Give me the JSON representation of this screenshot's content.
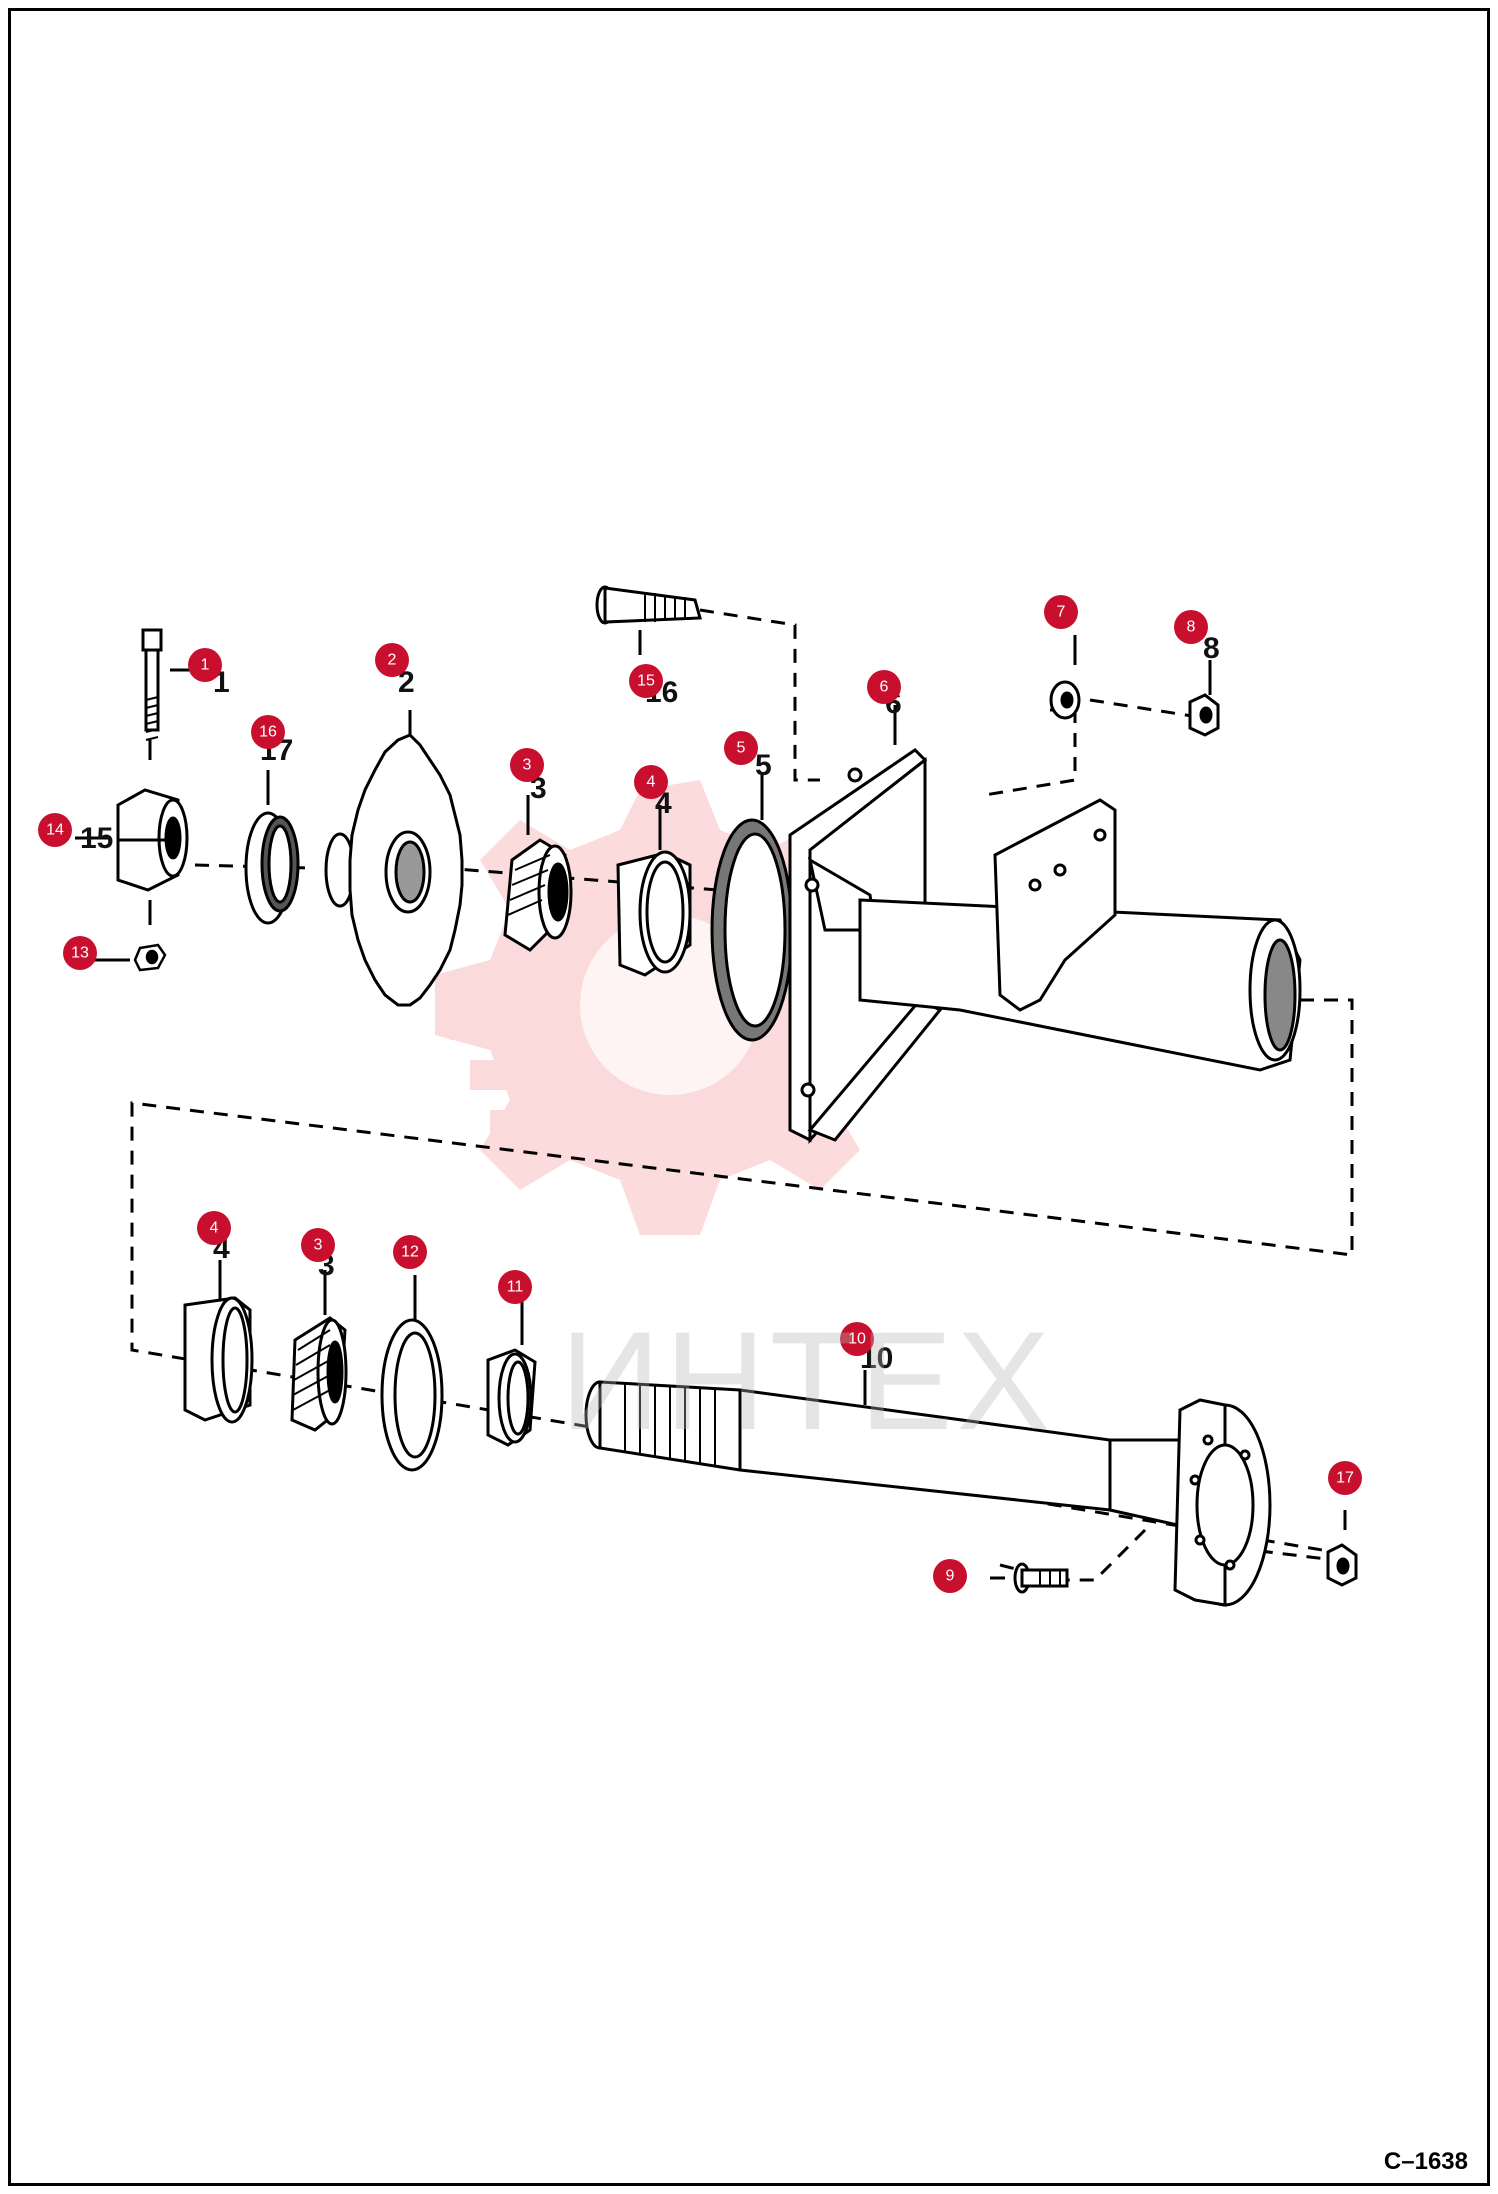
{
  "diagram": {
    "code": "C–1638",
    "watermark": "ИНТЕХ",
    "callouts": [
      {
        "id": "c1",
        "label": "1"
      },
      {
        "id": "c2",
        "label": "2"
      },
      {
        "id": "c3a",
        "label": "3"
      },
      {
        "id": "c3b",
        "label": "3"
      },
      {
        "id": "c4a",
        "label": "4"
      },
      {
        "id": "c4b",
        "label": "4"
      },
      {
        "id": "c5",
        "label": "5"
      },
      {
        "id": "c6",
        "label": "6"
      },
      {
        "id": "c7",
        "label": "7"
      },
      {
        "id": "c8",
        "label": "8"
      },
      {
        "id": "c9",
        "label": "9"
      },
      {
        "id": "c10",
        "label": "10"
      },
      {
        "id": "c11",
        "label": "11"
      },
      {
        "id": "c12",
        "label": "12"
      },
      {
        "id": "c13",
        "label": "13"
      },
      {
        "id": "c14",
        "label": "14"
      },
      {
        "id": "c15",
        "label": "15"
      },
      {
        "id": "c16",
        "label": "16"
      },
      {
        "id": "c17",
        "label": "17"
      }
    ],
    "colors": {
      "callout": "#c8102e",
      "watermark": "#e8383d"
    }
  }
}
